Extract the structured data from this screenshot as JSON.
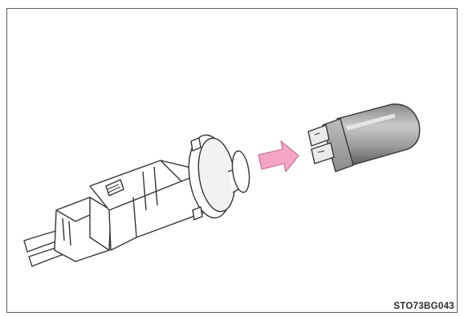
{
  "figure": {
    "code": "STO73BG043"
  },
  "colors": {
    "frame": "#5a5a5a",
    "line": "#333333",
    "socket_fill": "#ffffff",
    "shade": "#d9d9d9",
    "bulb_dark": "#6f6f6f",
    "bulb_mid": "#a8a8a8",
    "arrow_fill": "#f4a6c6",
    "arrow_stroke": "#c97a9c"
  },
  "icons": [
    "socket-illustration",
    "bulb-illustration",
    "insert-arrow"
  ]
}
